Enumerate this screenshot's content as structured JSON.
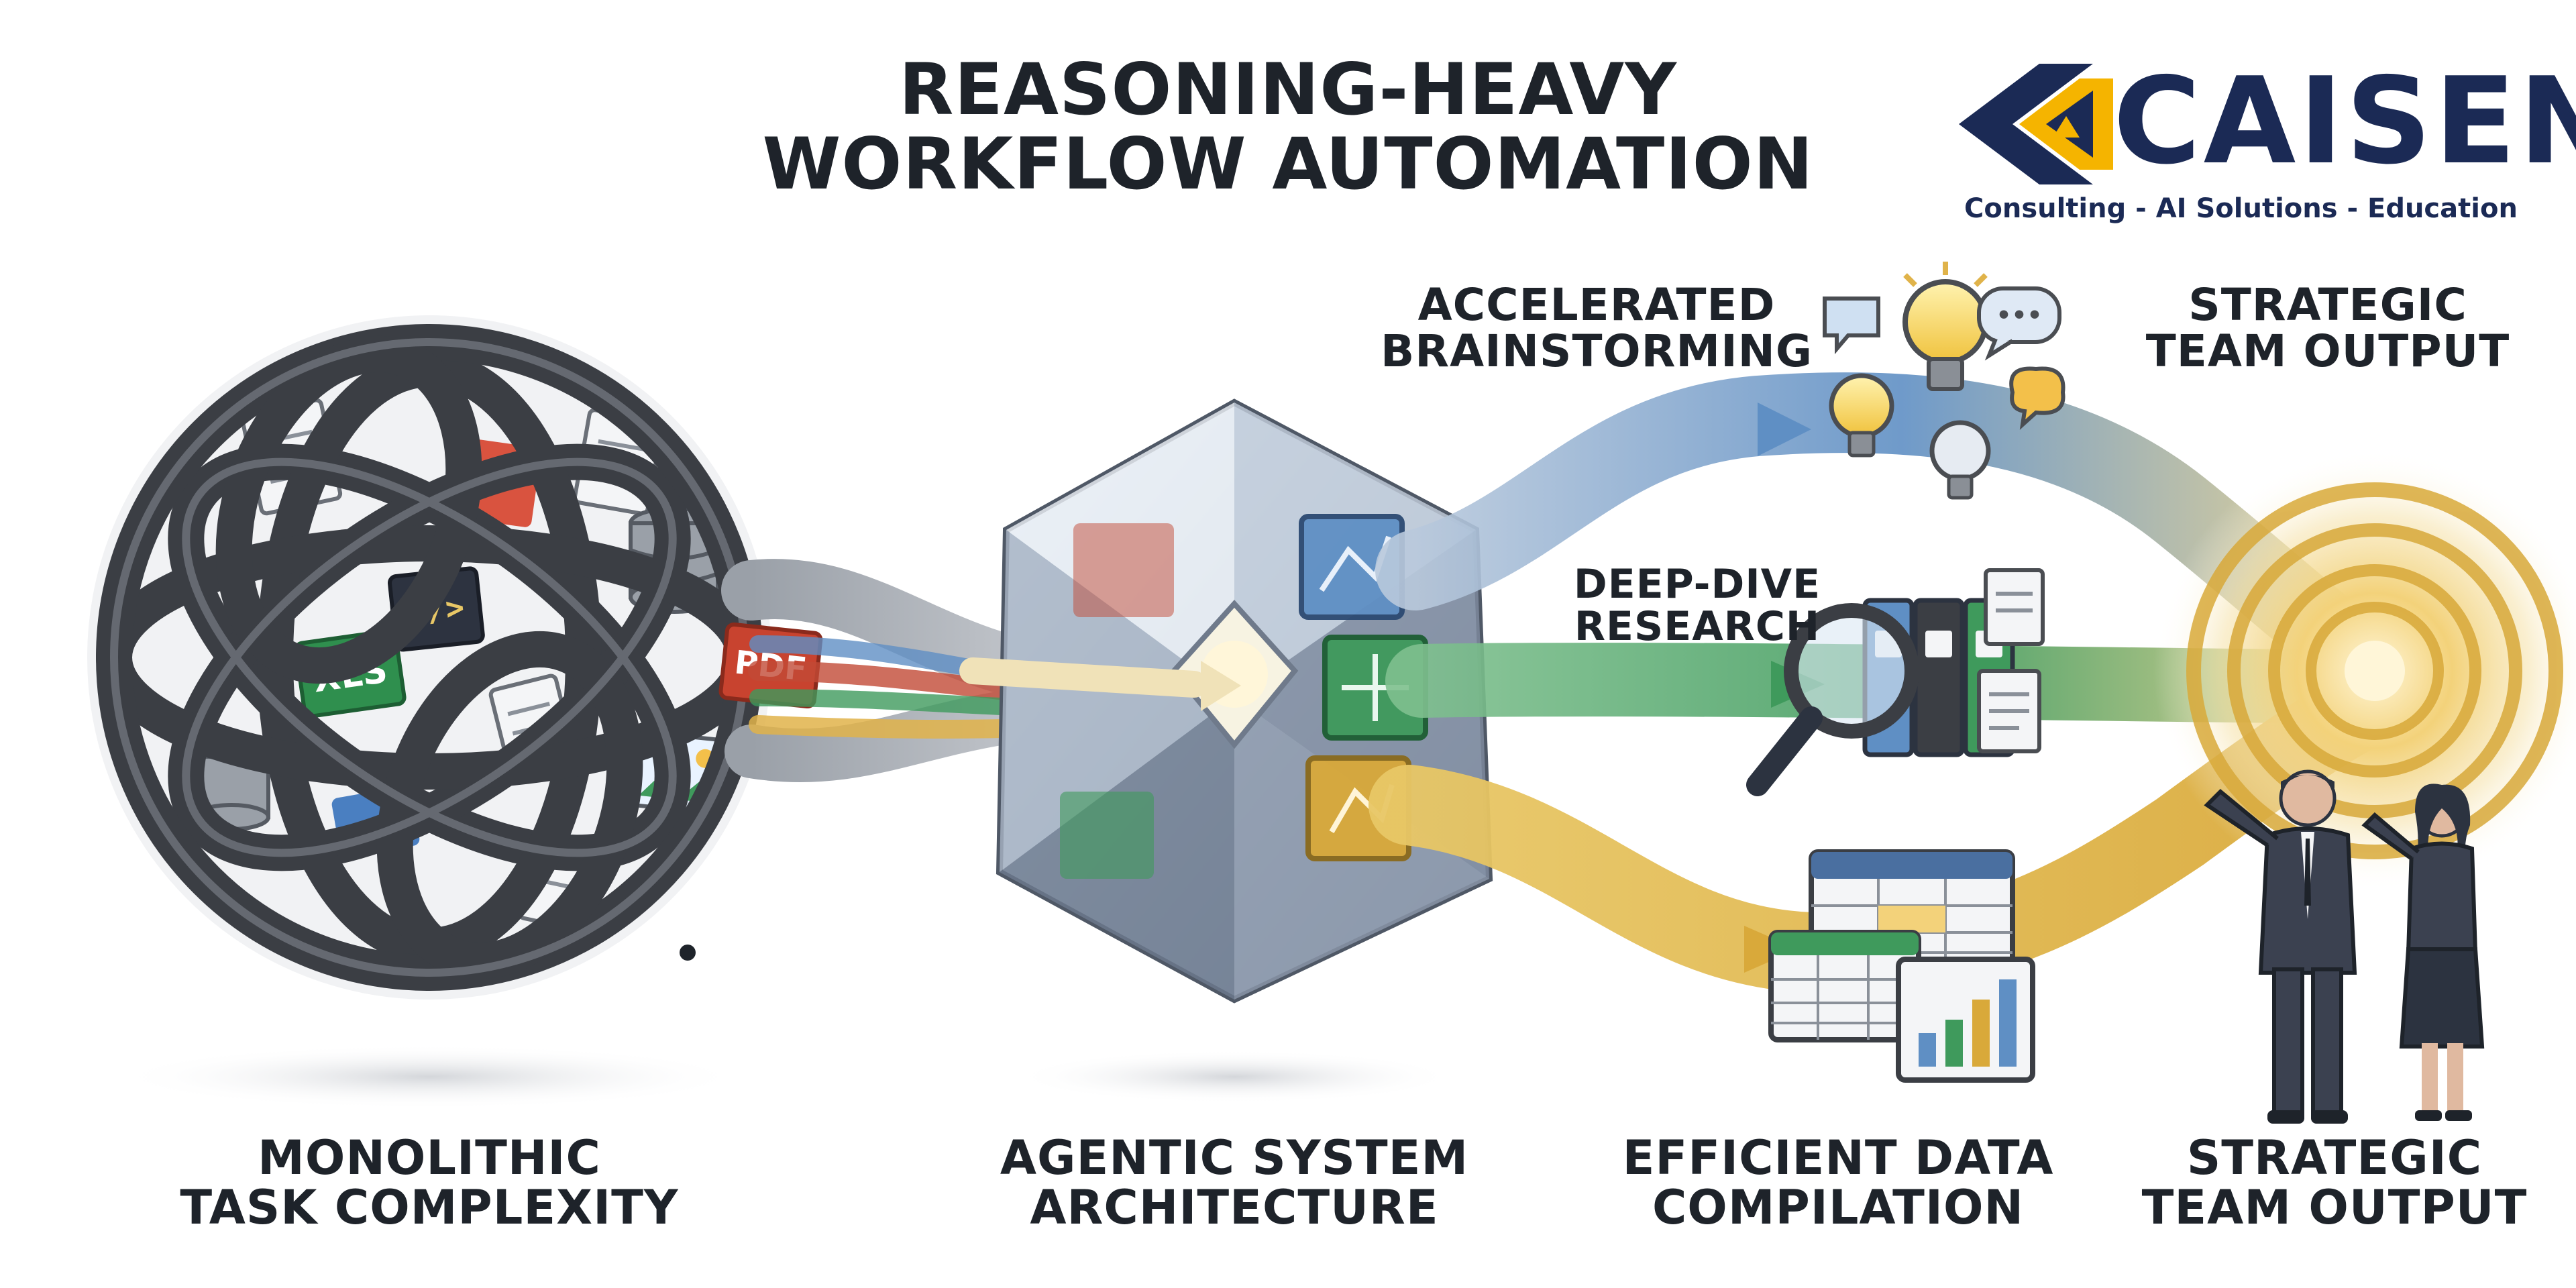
{
  "title": {
    "line1": "REASONING-HEAVY",
    "line2": "WORKFLOW AUTOMATION"
  },
  "logo": {
    "name": "CAISEN",
    "tagline": "Consulting - AI Solutions - Education"
  },
  "labels": {
    "monolithic": {
      "line1": "MONOLITHIC",
      "line2": "TASK COMPLEXITY"
    },
    "agentic": {
      "line1": "AGENTIC SYSTEM",
      "line2": "ARCHITECTURE"
    },
    "efficient": {
      "line1": "EFFICIENT DATA",
      "line2": "COMPILATION"
    },
    "strategic_bottom": {
      "line1": "STRATEGIC",
      "line2": "TEAM OUTPUT"
    },
    "strategic_top": {
      "line1": "STRATEGIC",
      "line2": "TEAM OUTPUT"
    },
    "brainstorming": {
      "line1": "ACCELERATED",
      "line2": "BRAINSTORMING"
    },
    "research": {
      "line1": "DEEP-DIVE",
      "line2": "RESEARCH"
    }
  },
  "file_badges": {
    "xls": "XLS",
    "pdf": "PDF",
    "code": "</>"
  },
  "speech_dots": "•••",
  "colors": {
    "text": "#1e232a",
    "brand_navy": "#1b2a55",
    "brand_gold": "#f5b400",
    "stream_blue": "#5f8fc4",
    "stream_green": "#3f9a5c",
    "stream_gold": "#d9a93a",
    "knot": "#3b3e44"
  },
  "icons": [
    "tangled-knot-icon",
    "document-icon",
    "database-icon",
    "spreadsheet-icon",
    "pdf-file-icon",
    "code-file-icon",
    "image-file-icon",
    "crystal-hub-icon",
    "lightbulb-icon",
    "speech-bubble-icon",
    "magnifier-icon",
    "binder-icon",
    "table-sheet-icon",
    "bar-chart-icon",
    "target-rings-icon",
    "businessman-icon",
    "businesswoman-icon",
    "caisen-logo-icon"
  ]
}
